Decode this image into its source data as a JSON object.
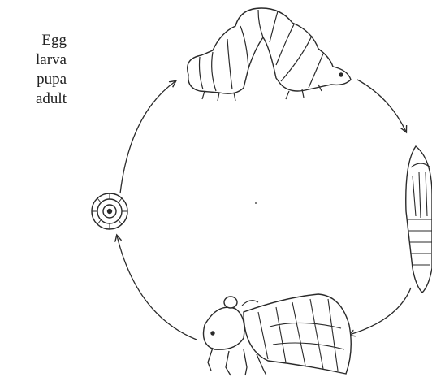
{
  "legend": {
    "items": [
      "Egg",
      "larva",
      "pupa",
      "adult"
    ]
  },
  "colors": {
    "ink": "#2a2a2a",
    "background": "#ffffff"
  },
  "stages": [
    {
      "id": "egg",
      "icon": "egg-icon"
    },
    {
      "id": "larva",
      "icon": "larva-icon"
    },
    {
      "id": "pupa",
      "icon": "pupa-icon"
    },
    {
      "id": "adult",
      "icon": "adult-moth-icon"
    }
  ]
}
